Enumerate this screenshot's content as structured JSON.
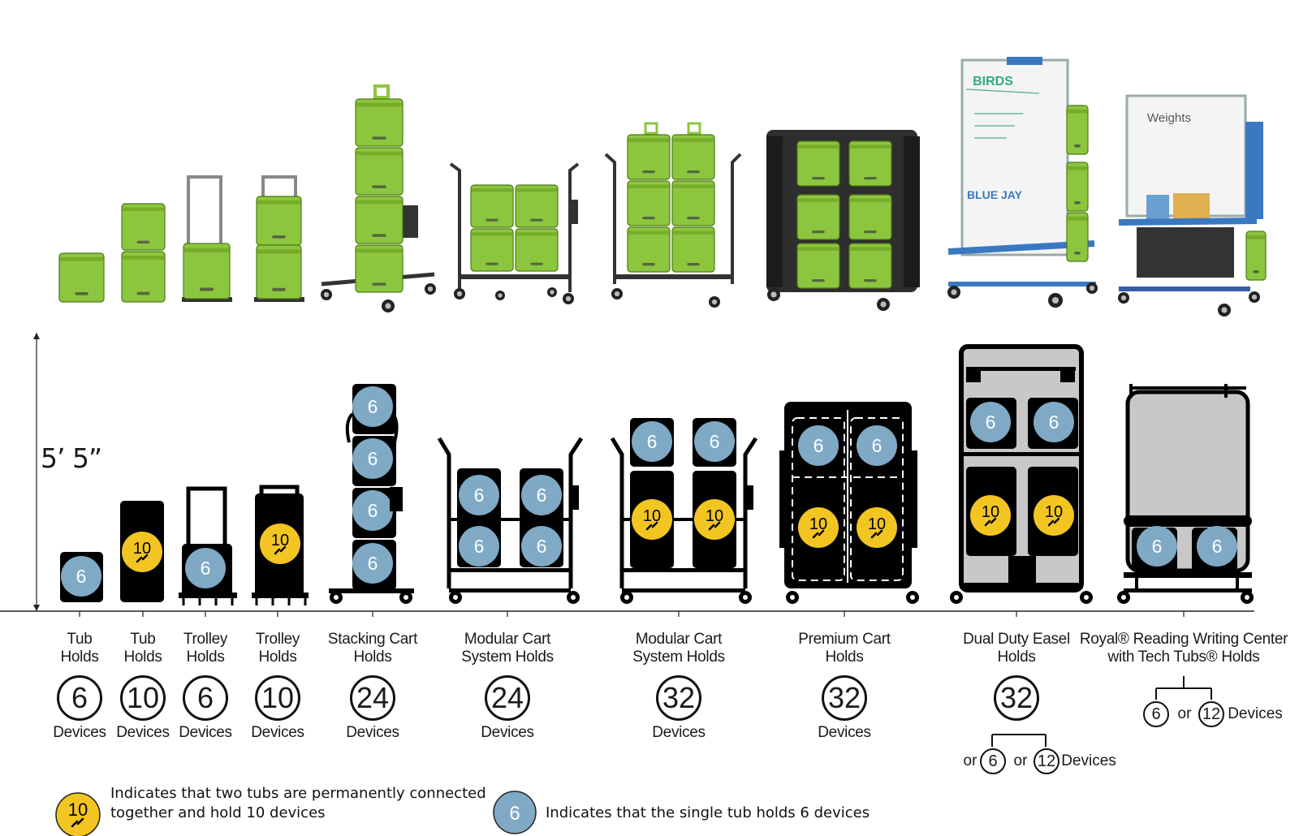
{
  "height_label": "5’ 5”",
  "columns": [
    {
      "id": "tub6",
      "caption": [
        "Tub",
        "Holds"
      ],
      "count": "6",
      "devices": "Devices"
    },
    {
      "id": "tub10",
      "caption": [
        "Tub",
        "Holds"
      ],
      "count": "10",
      "devices": "Devices"
    },
    {
      "id": "trolley6",
      "caption": [
        "Trolley",
        "Holds"
      ],
      "count": "6",
      "devices": "Devices"
    },
    {
      "id": "trolley10",
      "caption": [
        "Trolley",
        "Holds"
      ],
      "count": "10",
      "devices": "Devices"
    },
    {
      "id": "stacking",
      "caption": [
        "Stacking Cart",
        "Holds"
      ],
      "count": "24",
      "devices": "Devices"
    },
    {
      "id": "modular24",
      "caption": [
        "Modular Cart",
        "System Holds"
      ],
      "count": "24",
      "devices": "Devices"
    },
    {
      "id": "modular32",
      "caption": [
        "Modular Cart",
        "System Holds"
      ],
      "count": "32",
      "devices": "Devices"
    },
    {
      "id": "premium",
      "caption": [
        "Premium Cart",
        "Holds"
      ],
      "count": "32",
      "devices": "Devices"
    },
    {
      "id": "easel",
      "caption": [
        "Dual Duty Easel",
        "Holds"
      ],
      "count": "32",
      "devices": ""
    },
    {
      "id": "royal",
      "caption": [
        "Royal® Reading Writing Center",
        "with Tech Tubs® Holds"
      ],
      "count": "",
      "devices": ""
    }
  ],
  "easel_options": {
    "or1": "or",
    "opt1": "6",
    "or2": "or",
    "opt2": "12",
    "devices": "Devices"
  },
  "royal_options": {
    "opt1": "6",
    "or": "or",
    "opt2": "12",
    "devices": "Devices"
  },
  "badges": {
    "blue": "6",
    "yellow": "10"
  },
  "legend": {
    "yellow_badge": "10",
    "yellow_text": [
      "Indicates that two tubs are permanently connected",
      "together and hold 10 devices"
    ],
    "blue_badge": "6",
    "blue_text": "Indicates that the single tub holds 6 devices"
  },
  "colors": {
    "tub_green": "#8cc63f",
    "tub_dark": "#6a9a1f",
    "frame": "#2b2b2b",
    "blue_badge": "#7fa9c4",
    "yellow_badge": "#f2c522",
    "easel_blue": "#3a78c2",
    "grey_fill": "#c8c8c8"
  }
}
